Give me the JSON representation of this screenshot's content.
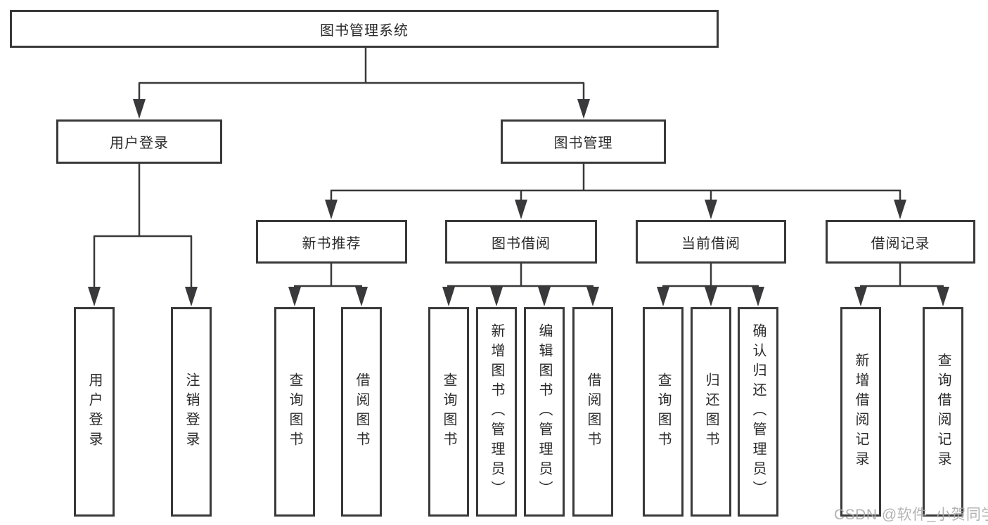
{
  "diagram": {
    "root": "图书管理系统",
    "user_login": {
      "label": "用户登录",
      "leaves": [
        "用户登录",
        "注销登录"
      ]
    },
    "book_mgmt": {
      "label": "图书管理",
      "groups": [
        {
          "label": "新书推荐",
          "leaves": [
            "查询图书",
            "借阅图书"
          ]
        },
        {
          "label": "图书借阅",
          "leaves": [
            "查询图书",
            "新增图书（管理员）",
            "编辑图书（管理员）",
            "借阅图书"
          ]
        },
        {
          "label": "当前借阅",
          "leaves": [
            "查询图书",
            "归还图书",
            "确认归还（管理员）"
          ]
        },
        {
          "label": "借阅记录",
          "leaves": [
            "新增借阅记录",
            "查询借阅记录"
          ]
        }
      ]
    }
  },
  "watermark": {
    "text": "CSDN @软件_小贺同学"
  },
  "colors": {
    "line": "#39393b",
    "text": "#2b2b2b",
    "watermark": "#a9a9a9",
    "background": "#ffffff"
  }
}
